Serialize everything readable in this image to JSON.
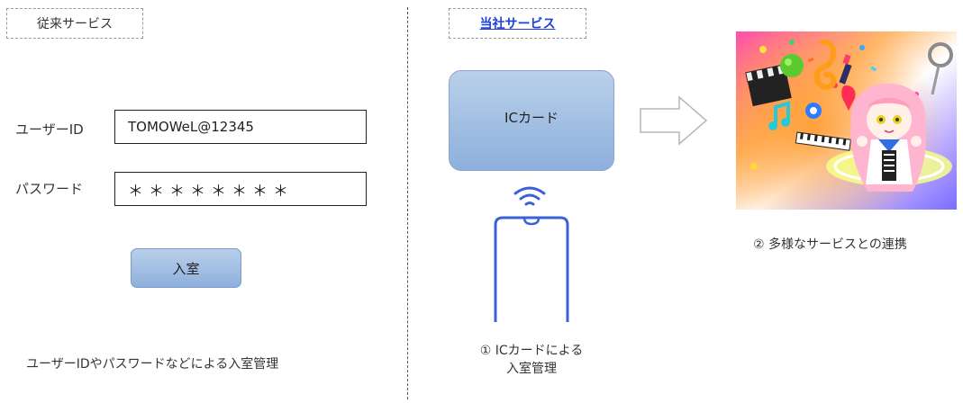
{
  "legacy": {
    "title": "従来サービス",
    "userid_label": "ユーザーID",
    "userid_value": "TOMOWeL@12345",
    "password_label": "パスワード",
    "password_value": "＊＊＊＊＊＊＊＊",
    "enter_button": "入室",
    "caption": "ユーザーIDやパスワードなどによる入室管理"
  },
  "ours": {
    "title": "当社サービス",
    "card_label": "ICカード",
    "caption_line1": "① ICカードによる",
    "caption_line2": "入室管理",
    "services_caption": "② 多様なサービスとの連携"
  },
  "colors": {
    "card_fill": "#a8c3e6",
    "phone_stroke": "#3a62d8",
    "title_link": "#1a3fe0"
  },
  "icons": [
    "right-arrow-icon",
    "wifi-icon",
    "smartphone-icon"
  ]
}
